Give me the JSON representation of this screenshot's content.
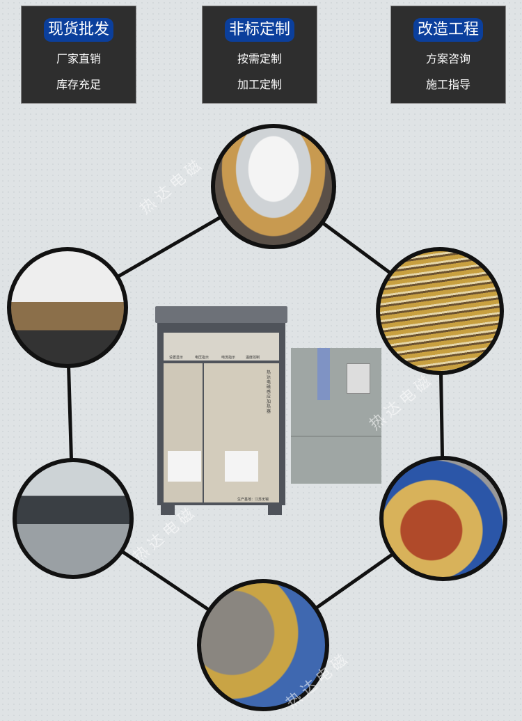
{
  "features": [
    {
      "title": "现货批发",
      "lines": [
        "厂家直销",
        "库存充足"
      ]
    },
    {
      "title": "非标定制",
      "lines": [
        "按需定制",
        "加工定制"
      ]
    },
    {
      "title": "改造工程",
      "lines": [
        "方案咨询",
        "施工指导"
      ]
    }
  ],
  "cabinet": {
    "vertical_label": "热达电磁感应加热器",
    "panel_labels": [
      "设置显示",
      "电压指示",
      "电流指示",
      "温度控制"
    ],
    "origin": "生产基地：江苏无锡"
  },
  "watermark": "热达电磁",
  "colors": {
    "background": "#dfe3e5",
    "box": "#2e2e2e",
    "title_badge": "#0b3f9c",
    "ring": "#111111"
  },
  "photos": [
    "coil-heating-drum",
    "induction-coil-wiring",
    "roller-heating-machine",
    "heating-panels",
    "extruder-barrel-heating",
    "barrel-heating-closeup"
  ]
}
